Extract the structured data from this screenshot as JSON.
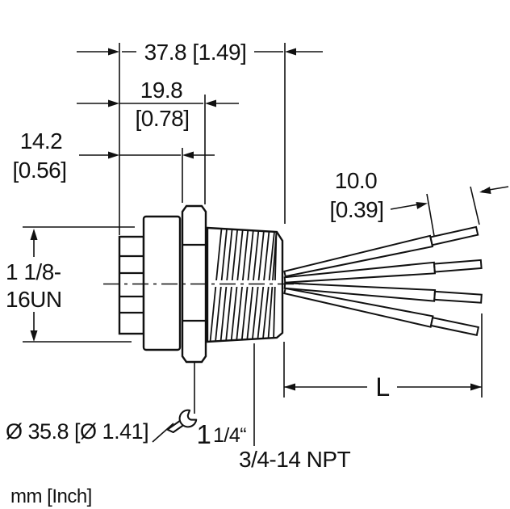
{
  "drawing": {
    "kind": "connector-dimension-drawing",
    "dimensions": {
      "overall_length": {
        "label": "37.8 [1.49]"
      },
      "rear_length": {
        "line1": "19.8",
        "line2": "[0.78]"
      },
      "front_length": {
        "line1": "14.2",
        "line2": "[0.56]"
      },
      "wire_strip_length": {
        "line1": "10.0",
        "line2": "[0.39]"
      },
      "coupling_thread": {
        "line1": "1 1/8-",
        "line2": "16UN"
      },
      "flange_diameter": {
        "label": "Ø 35.8 [Ø 1.41]"
      },
      "wrench_size": {
        "number": "1",
        "fraction": "1/4“"
      },
      "conduit_thread": {
        "label": "3/4-14 NPT"
      },
      "cable_length": {
        "label": "L"
      }
    },
    "footer": {
      "units": "mm [Inch]"
    },
    "colors": {
      "line": "#111111",
      "background": "#ffffff"
    }
  }
}
